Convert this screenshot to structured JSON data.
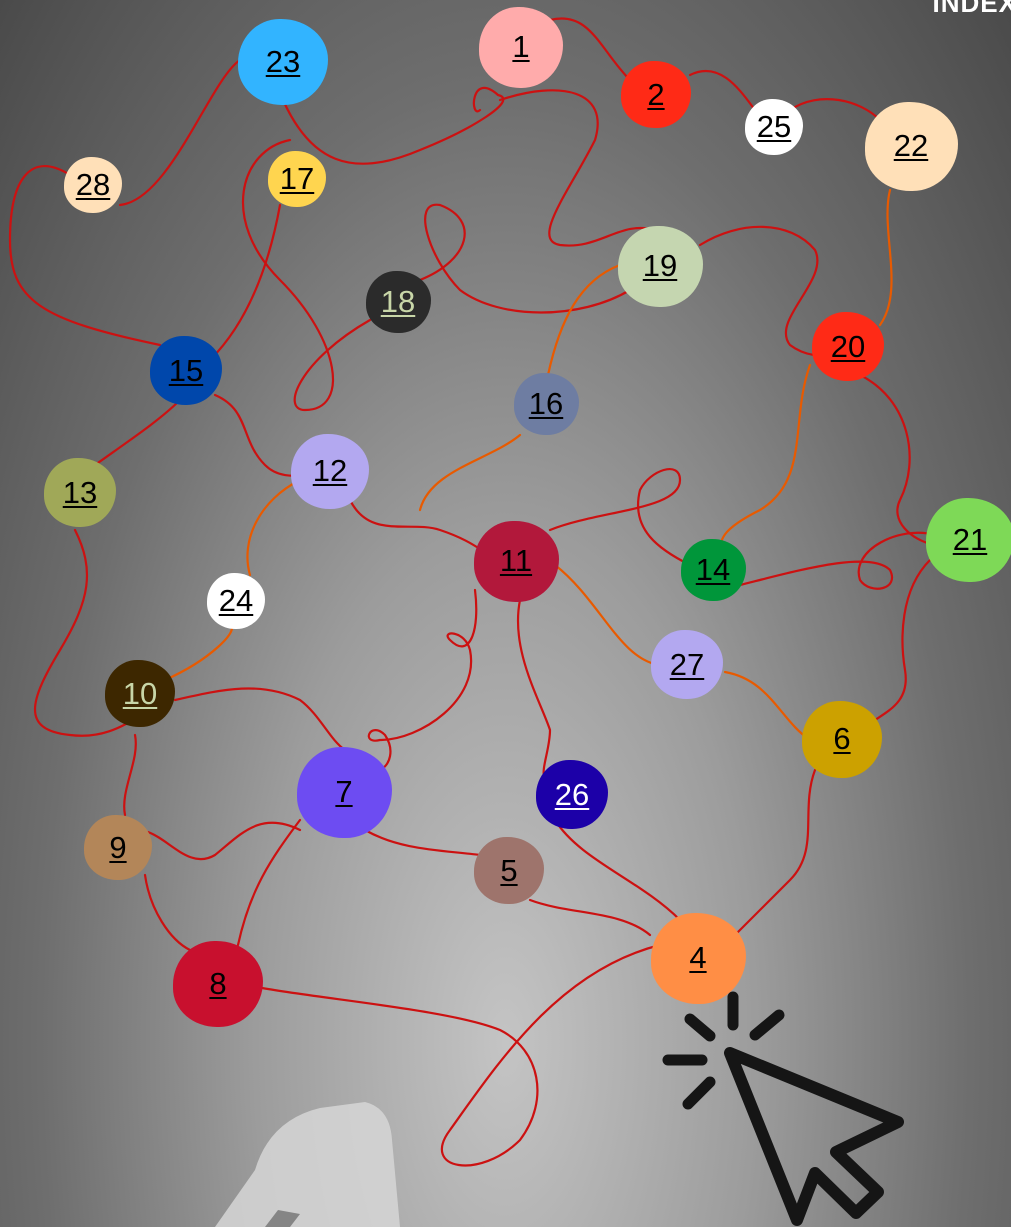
{
  "header": {
    "title": "INDEX"
  },
  "nodes": [
    {
      "label": "1",
      "color": "#ffabab",
      "text": "#000000"
    },
    {
      "label": "2",
      "color": "#ff2a16",
      "text": "#000000"
    },
    {
      "label": "4",
      "color": "#ff8e45",
      "text": "#000000"
    },
    {
      "label": "5",
      "color": "#9e746c",
      "text": "#000000"
    },
    {
      "label": "6",
      "color": "#cca100",
      "text": "#000000"
    },
    {
      "label": "7",
      "color": "#6d4cf2",
      "text": "#000000"
    },
    {
      "label": "8",
      "color": "#c8102e",
      "text": "#000000"
    },
    {
      "label": "9",
      "color": "#b38659",
      "text": "#000000"
    },
    {
      "label": "10",
      "color": "#3d2700",
      "text": "#c8d6a8"
    },
    {
      "label": "11",
      "color": "#b2183b",
      "text": "#000000"
    },
    {
      "label": "12",
      "color": "#b3a8f0",
      "text": "#000000"
    },
    {
      "label": "13",
      "color": "#a0a858",
      "text": "#000000"
    },
    {
      "label": "14",
      "color": "#00963a",
      "text": "#000000"
    },
    {
      "label": "15",
      "color": "#0047ab",
      "text": "#000000"
    },
    {
      "label": "16",
      "color": "#6e7da2",
      "text": "#000000"
    },
    {
      "label": "17",
      "color": "#ffd54f",
      "text": "#000000"
    },
    {
      "label": "18",
      "color": "#2b2b2b",
      "text": "#c8d6a8"
    },
    {
      "label": "19",
      "color": "#c5d6b0",
      "text": "#000000"
    },
    {
      "label": "20",
      "color": "#ff2a16",
      "text": "#000000"
    },
    {
      "label": "21",
      "color": "#7ed957",
      "text": "#000000"
    },
    {
      "label": "22",
      "color": "#ffe0b8",
      "text": "#000000"
    },
    {
      "label": "23",
      "color": "#32b4ff",
      "text": "#000000"
    },
    {
      "label": "24",
      "color": "#ffffff",
      "text": "#000000"
    },
    {
      "label": "25",
      "color": "#ffffff",
      "text": "#000000"
    },
    {
      "label": "26",
      "color": "#1c00a8",
      "text": "#ffffff"
    },
    {
      "label": "27",
      "color": "#b3a8f0",
      "text": "#000000"
    },
    {
      "label": "28",
      "color": "#ffe0b8",
      "text": "#000000"
    }
  ],
  "cursor_icon": "mouse-pointer-click-icon",
  "hand_image": "hand-silhouette"
}
